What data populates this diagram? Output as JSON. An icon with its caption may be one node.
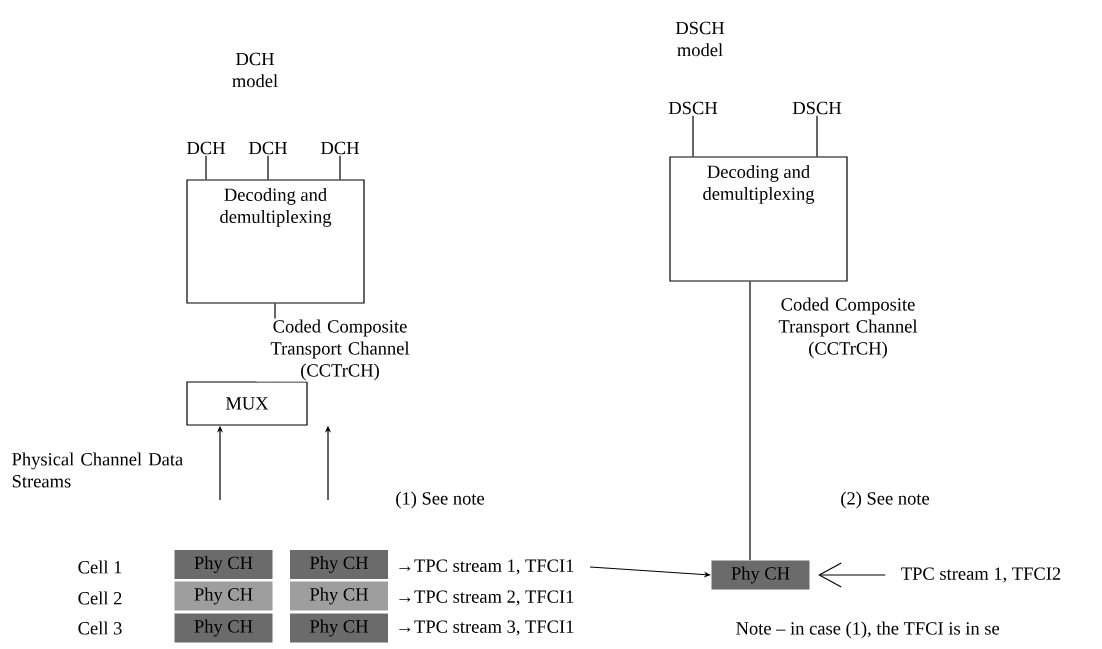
{
  "diagram": {
    "nodes": [
      {
        "text": [
          "DCH"
        ]
      },
      {
        "text": [
          "DCH"
        ]
      },
      {
        "text": [
          "DCH"
        ]
      },
      {
        "text": [
          "Decoding and demultiplexing"
        ]
      },
      {
        "text": [
          "MUX"
        ]
      },
      {
        "text": [
          "Phy CH"
        ]
      },
      {
        "text": [
          "Phy CH"
        ]
      },
      {
        "text": [
          "Phy CH"
        ]
      },
      {
        "text": [
          "Phy CH"
        ]
      },
      {
        "text": [
          "Phy CH"
        ]
      },
      {
        "text": [
          "Phy CH"
        ]
      },
      {
        "text": [
          "→TPC stream 1, TFCI1"
        ]
      },
      {
        "text": [
          "DSCH"
        ]
      },
      {
        "text": [
          "DSCH"
        ]
      },
      {
        "text": [
          "Decoding and demultiplexing"
        ]
      },
      {
        "text": [
          "Phy CH"
        ]
      },
      {
        "text": [
          "TPC stream 1, TFCI2"
        ]
      }
    ],
    "edges": [
      {
        "from": 0,
        "to": 3,
        "arrow": "none"
      },
      {
        "from": 1,
        "to": 3,
        "arrow": "none"
      },
      {
        "from": 2,
        "to": 3,
        "arrow": "none"
      },
      {
        "from": 3,
        "to": 4,
        "arrow": "none",
        "label": "Coded Composite Transport Channel (CCTrCH)"
      },
      {
        "from": null,
        "to": 4,
        "arrow": "to"
      },
      {
        "from": null,
        "to": 4,
        "arrow": "to"
      },
      {
        "from": 12,
        "to": 14,
        "arrow": "none"
      },
      {
        "from": 13,
        "to": 14,
        "arrow": "none"
      },
      {
        "from": 14,
        "to": 15,
        "arrow": "none",
        "label": "Coded Composite Transport Channel (CCTrCH)"
      },
      {
        "from": 11,
        "to": 15,
        "arrow": "to"
      },
      {
        "from": 16,
        "to": 15,
        "arrow": "to"
      }
    ],
    "labels": [
      "DSCH model",
      "DCH model",
      "Physical Channel Data Streams",
      "(1) See note",
      "(2) See note",
      "Cell 1",
      "Cell 2",
      "Cell 3",
      "→TPC stream 2, TFCI1",
      "→TPC stream 3, TFCI1",
      "Note – in case (1), the TFCI is in se"
    ]
  }
}
